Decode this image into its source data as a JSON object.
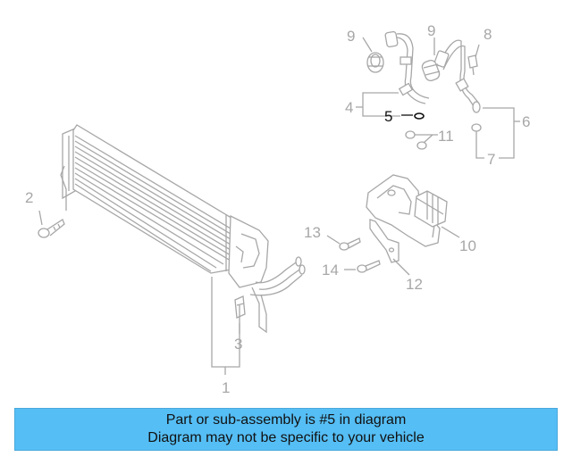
{
  "diagram": {
    "callouts": {
      "c1": "1",
      "c2": "2",
      "c3": "3",
      "c4": "4",
      "c5": "5",
      "c6": "6",
      "c7": "7",
      "c8": "8",
      "c9a": "9",
      "c9b": "9",
      "c10": "10",
      "c11": "11",
      "c12": "12",
      "c13": "13",
      "c14": "14"
    },
    "highlighted_part": "5",
    "colors": {
      "line": "#a7a7a7",
      "highlight": "#111111",
      "banner": "#55bef5"
    }
  },
  "banner": {
    "line1": "Part or sub-assembly is #5 in diagram",
    "line2": "Diagram may not be specific to your vehicle"
  }
}
